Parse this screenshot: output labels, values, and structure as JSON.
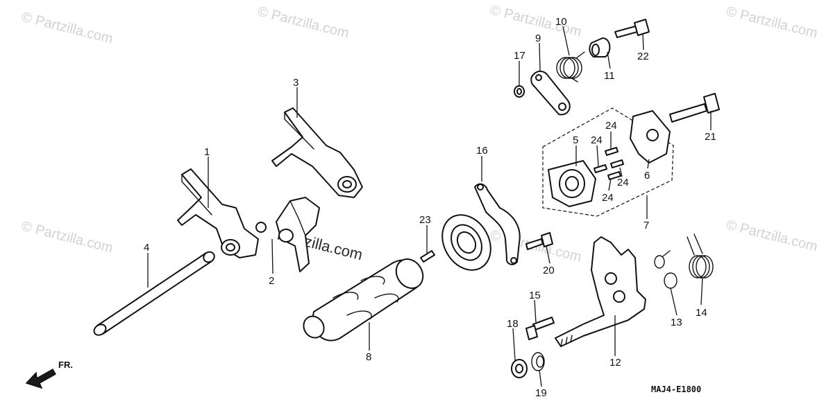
{
  "watermark": {
    "text": "© Partzilla.com",
    "center_text": "Partzilla.com"
  },
  "diagram_code": "MAJ4-E1800",
  "direction_label": "FR.",
  "callouts": {
    "c1": "1",
    "c2": "2",
    "c3": "3",
    "c4": "4",
    "c5": "5",
    "c6": "6",
    "c7": "7",
    "c8": "8",
    "c9": "9",
    "c10": "10",
    "c11": "11",
    "c12": "12",
    "c13": "13",
    "c14": "14",
    "c15": "15",
    "c16": "16",
    "c17": "17",
    "c18": "18",
    "c19": "19",
    "c20": "20",
    "c21": "21",
    "c22": "22",
    "c23": "23",
    "c24a": "24",
    "c24b": "24",
    "c24c": "24",
    "c24d": "24"
  }
}
